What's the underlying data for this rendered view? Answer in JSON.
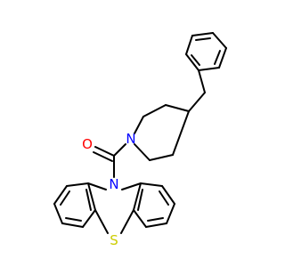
{
  "molecule": {
    "atoms": {
      "oxygen": {
        "symbol": "O",
        "color": "#ff0000"
      },
      "nitrogen_piperidine": {
        "symbol": "N",
        "color": "#0000ff"
      },
      "nitrogen_phenothiazine": {
        "symbol": "N",
        "color": "#0000ff"
      },
      "sulfur": {
        "symbol": "S",
        "color": "#cccc00"
      }
    },
    "bond_color": "#000000"
  }
}
